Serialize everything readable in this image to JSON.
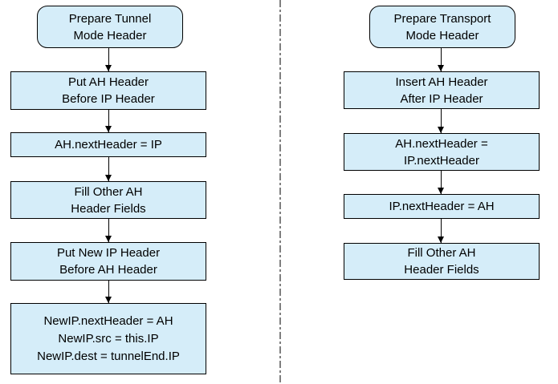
{
  "colors": {
    "node_fill": "#d5edf9",
    "node_border": "#000000",
    "divider_gray": "#7f7f7f",
    "text": "#000000",
    "background": "#ffffff"
  },
  "flows": [
    {
      "name": "tunnel-mode",
      "nodes": [
        {
          "shape": "rounded",
          "label": "Prepare Tunnel\nMode Header"
        },
        {
          "shape": "rect",
          "label": "Put AH Header\nBefore IP Header"
        },
        {
          "shape": "rect",
          "label": "AH.nextHeader = IP"
        },
        {
          "shape": "rect",
          "label": "Fill Other AH\nHeader Fields"
        },
        {
          "shape": "rect",
          "label": "Put New IP Header\nBefore AH Header"
        },
        {
          "shape": "rect",
          "label": "NewIP.nextHeader = AH\nNewIP.src = this.IP\nNewIP.dest = tunnelEnd.IP"
        }
      ]
    },
    {
      "name": "transport-mode",
      "nodes": [
        {
          "shape": "rounded",
          "label": "Prepare Transport\nMode Header"
        },
        {
          "shape": "rect",
          "label": "Insert AH Header\nAfter IP Header"
        },
        {
          "shape": "rect",
          "label": "AH.nextHeader =\nIP.nextHeader"
        },
        {
          "shape": "rect",
          "label": "IP.nextHeader = AH"
        },
        {
          "shape": "rect",
          "label": "Fill Other AH\nHeader Fields"
        }
      ]
    }
  ]
}
